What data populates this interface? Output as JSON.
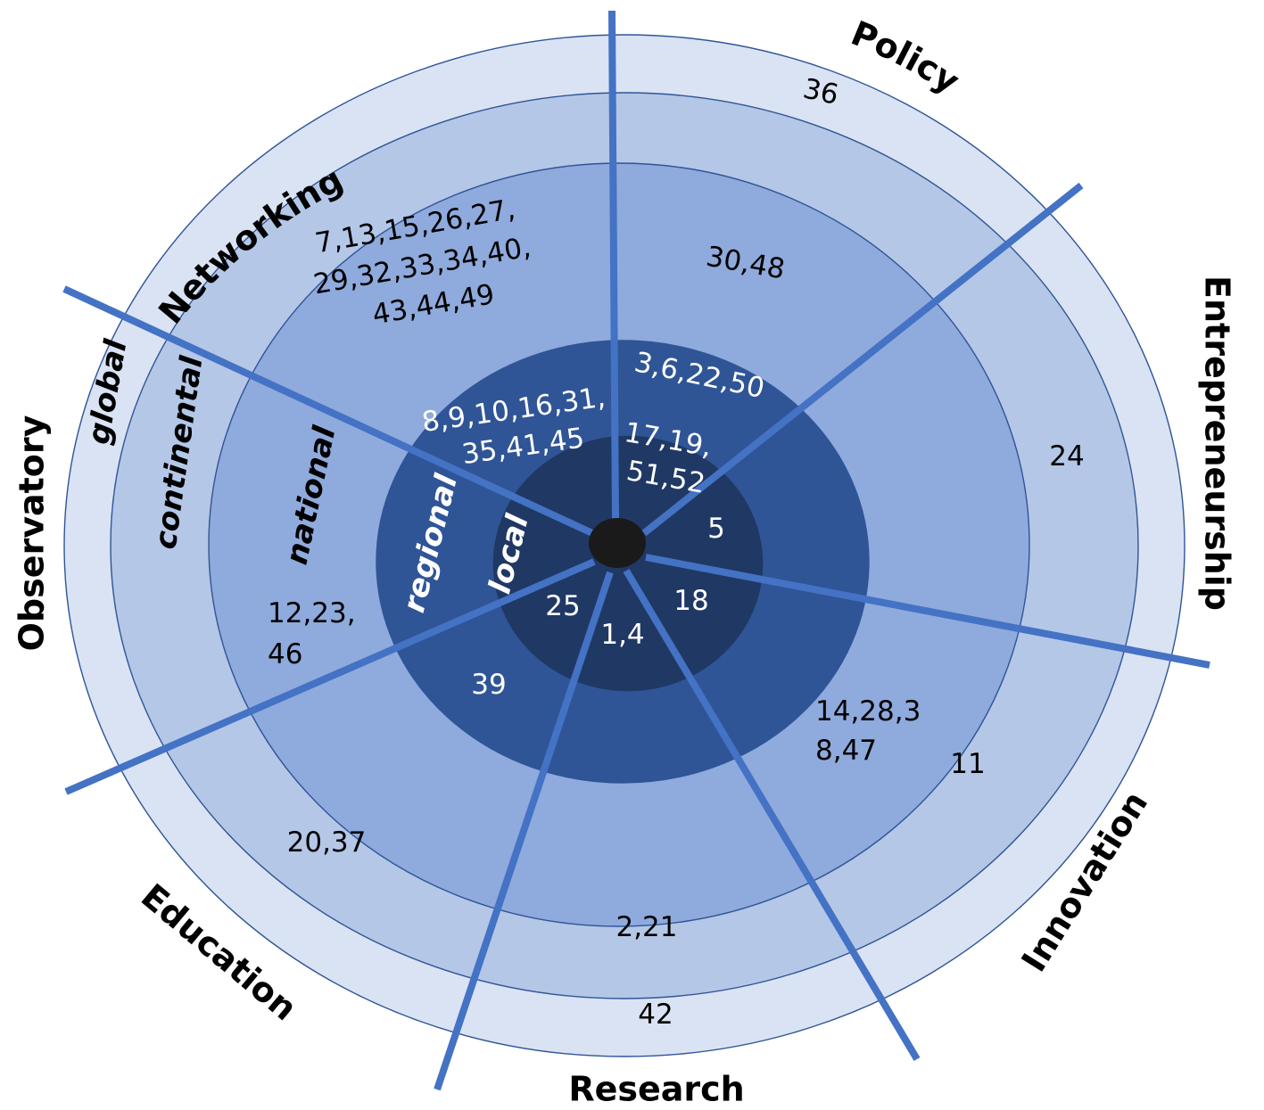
{
  "colors": {
    "ring_global": "#dae3f3",
    "ring_continental": "#b4c7e7",
    "ring_national": "#8faadc",
    "ring_regional": "#2f5597",
    "ring_local": "#203864",
    "hub": "#1a1a1a",
    "spoke": "#4472c4",
    "ring_border": "#2f5597",
    "dark_text": "#000000",
    "light_text": "#ffffff"
  },
  "levels": [
    {
      "id": "global",
      "label": "global"
    },
    {
      "id": "continental",
      "label": "continental"
    },
    {
      "id": "national",
      "label": "national"
    },
    {
      "id": "regional",
      "label": "regional"
    },
    {
      "id": "local",
      "label": "local"
    }
  ],
  "sectors": [
    {
      "id": "networking",
      "label": "Networking"
    },
    {
      "id": "policy",
      "label": "Policy"
    },
    {
      "id": "entrepreneurship",
      "label": "Entrepreneurship"
    },
    {
      "id": "innovation",
      "label": "Innovation"
    },
    {
      "id": "research",
      "label": "Research"
    },
    {
      "id": "education",
      "label": "Education"
    },
    {
      "id": "observatory",
      "label": "Observatory"
    }
  ],
  "cells": [
    {
      "id": "policy-global",
      "lines": [
        "36"
      ]
    },
    {
      "id": "networking-national",
      "lines": [
        "7,13,15,26,27,",
        "29,32,33,34,40,",
        "43,44,49"
      ]
    },
    {
      "id": "policy-national",
      "lines": [
        "30,48"
      ]
    },
    {
      "id": "networking-regional",
      "lines": [
        "8,9,10,16,31,",
        "35,41,45"
      ]
    },
    {
      "id": "policy-regional",
      "lines": [
        "3,6,22,50"
      ]
    },
    {
      "id": "policy-local",
      "lines": [
        "17,19,",
        "51,52"
      ]
    },
    {
      "id": "entrepreneurship-local",
      "lines": [
        "5"
      ]
    },
    {
      "id": "entrepreneurship-continental",
      "lines": [
        "24"
      ]
    },
    {
      "id": "observatory-national",
      "lines": [
        "12,23,",
        "46"
      ]
    },
    {
      "id": "education-local",
      "lines": [
        "25"
      ]
    },
    {
      "id": "innovation-local",
      "lines": [
        "18"
      ]
    },
    {
      "id": "research-local",
      "lines": [
        "1,4"
      ]
    },
    {
      "id": "education-regional",
      "lines": [
        "39"
      ]
    },
    {
      "id": "innovation-national",
      "lines": [
        "14,28,3",
        "8,47"
      ]
    },
    {
      "id": "innovation-continental",
      "lines": [
        "11"
      ]
    },
    {
      "id": "education-national",
      "lines": [
        "20,37"
      ]
    },
    {
      "id": "research-continental",
      "lines": [
        "2,21"
      ]
    },
    {
      "id": "research-global",
      "lines": [
        "42"
      ]
    }
  ]
}
